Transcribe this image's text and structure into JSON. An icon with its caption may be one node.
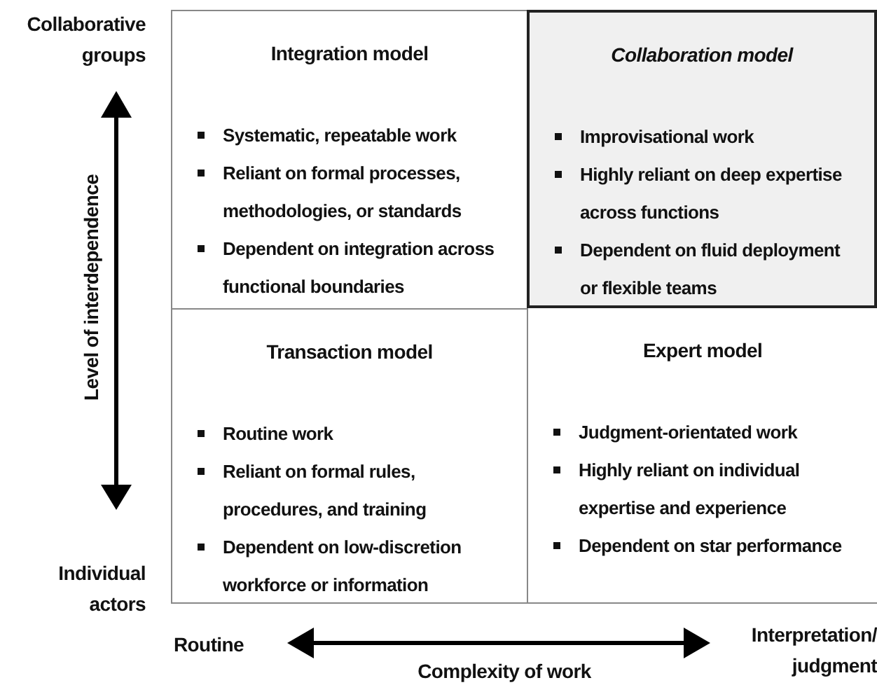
{
  "diagram": {
    "nodes": [
      {
        "text": [
          "Integration model",
          "Systematic, repeatable work",
          "Reliant on formal processes, methodologies, or standards",
          "Dependent on integration across functional boundaries"
        ]
      },
      {
        "text": [
          "Collaboration model",
          "Improvisational work",
          "Highly reliant on deep expertise across functions",
          "Dependent on fluid deployment or flexible teams"
        ]
      },
      {
        "text": [
          "Transaction model",
          "Routine work",
          "Reliant on formal rules, procedures, and training",
          "Dependent on low-discretion workforce or information"
        ]
      },
      {
        "text": [
          "Expert model",
          "Judgment-orientated work",
          "Highly reliant on individual expertise and experience",
          "Dependent on star performance"
        ]
      }
    ],
    "labels": [
      "Collaborative groups",
      "Level of interdependence",
      "Individual actors",
      "Routine",
      "Interpretation/ judgment",
      "Complexity of work"
    ]
  }
}
